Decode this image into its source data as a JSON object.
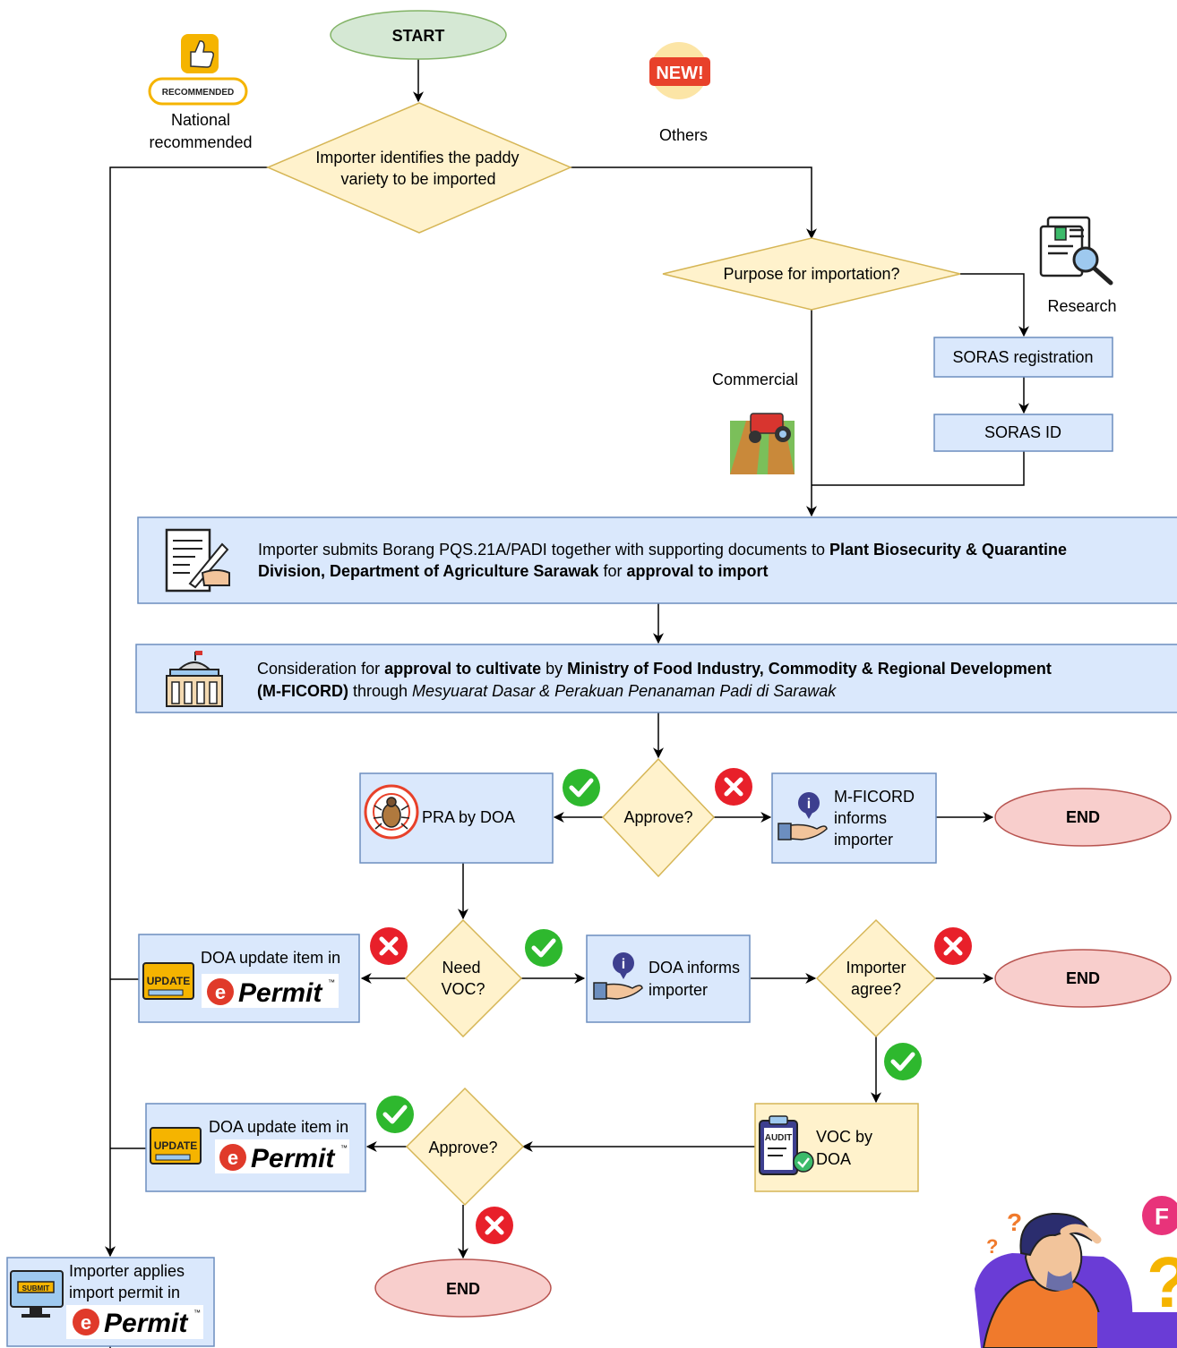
{
  "nodes": {
    "start": "START",
    "identify_line1": "Importer identifies the paddy",
    "identify_line2": "variety to be imported",
    "purpose": "Purpose for importation?",
    "soras_registration": "SORAS registration",
    "soras_id": "SORAS ID",
    "submit_line1_a": "Importer submits Borang PQS.21A/PADI together with supporting documents to ",
    "submit_line1_b": "Plant Biosecurity & Quarantine",
    "submit_line2_a": "Division, Department of Agriculture Sarawak",
    "submit_line2_b": " for ",
    "submit_line2_c": "approval to import",
    "consider_line1_a": "Consideration for ",
    "consider_line1_b": "approval to cultivate",
    "consider_line1_c": " by ",
    "consider_line1_d": "Ministry of Food Industry, Commodity & Regional Development",
    "consider_line2_a": "(M-FICORD)",
    "consider_line2_b": " through ",
    "consider_line2_c": "Mesyuarat Dasar & Perakuan Penanaman Padi di Sarawak",
    "pra": "PRA by DOA",
    "approve1": "Approve?",
    "mficord_line1": "M-FICORD",
    "mficord_line2": "informs",
    "mficord_line3": "importer",
    "end1": "END",
    "doa_update1_line1": "DOA update item in",
    "need_voc_line1": "Need",
    "need_voc_line2": "VOC?",
    "doa_informs_line1": "DOA informs",
    "doa_informs_line2": "importer",
    "importer_agree_line1": "Importer",
    "importer_agree_line2": "agree?",
    "end2": "END",
    "voc_line1": "VOC by",
    "voc_line2": "DOA",
    "approve2": "Approve?",
    "doa_update2_line1": "DOA update item in",
    "end3": "END",
    "apply_line1": "Importer applies",
    "apply_line2": "import permit in"
  },
  "branch_labels": {
    "national_line1": "National",
    "national_line2": "recommended",
    "others": "Others",
    "research": "Research",
    "commercial": "Commercial"
  },
  "badges": {
    "recommended": "RECOMMENDED",
    "new": "NEW!",
    "update": "UPDATE",
    "submit": "SUBMIT",
    "audit": "AUDIT",
    "epermit_e": "e",
    "epermit": "Permit",
    "epermit_tm": "™",
    "corner_letter": "F"
  },
  "colors": {
    "start_fill": "#d5e8d4",
    "start_stroke": "#82b366",
    "decision_fill": "#fff2cc",
    "decision_stroke": "#d6b656",
    "process_fill": "#dae8fc",
    "process_stroke": "#6c8ebf",
    "end_fill": "#f8cecc",
    "end_stroke": "#b85450",
    "check_green": "#2eb82e",
    "cross_red": "#e8202a"
  }
}
